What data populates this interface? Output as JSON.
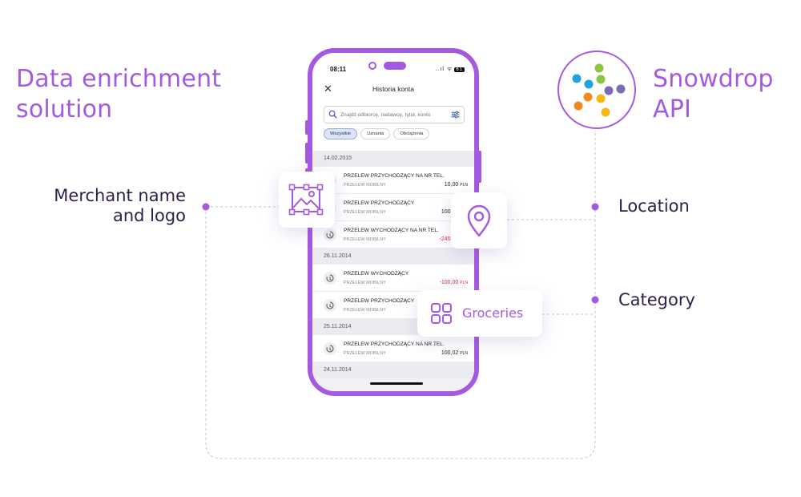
{
  "headlines": {
    "left": [
      "Data enrichment",
      "solution"
    ],
    "right": [
      "Snowdrop",
      "API"
    ]
  },
  "labels": {
    "merchant": [
      "Merchant name",
      "and logo"
    ],
    "location": "Location",
    "category": "Category"
  },
  "phone": {
    "status_time": "08:11",
    "status_icons": "..ıl ᯤ",
    "battery": "61",
    "title": "Historia konta",
    "search_placeholder": "Znajdź odbiorcę, nadawcę, tytuł, konto",
    "filters": [
      "Wszystkie",
      "Uznania",
      "Obciążenia"
    ],
    "transactions": [
      {
        "date": "14.02.2015"
      },
      {
        "title": "PRZELEW PRZYCHODZĄCY NA NR TEL.",
        "sub": "PRZELEW MOBILNY",
        "amount": "10,00",
        "currency": "PLN"
      },
      {
        "title": "PRZELEW PRZYCHODZĄCY",
        "sub": "PRZELEW MOBILNY",
        "amount": "100,00",
        "currency": "PLN"
      },
      {
        "title": "PRZELEW WYCHODZĄCY NA NR TEL.",
        "sub": "PRZELEW MOBILNY",
        "amount": "-245,00",
        "currency": "PLN"
      },
      {
        "date": "26.11.2014"
      },
      {
        "title": "PRZELEW WYCHODZĄCY",
        "sub": "PRZELEW MOBILNY",
        "amount": "-100,00",
        "currency": "PLN"
      },
      {
        "title": "PRZELEW PRZYCHODZĄCY",
        "sub": "PRZELEW MOBILNY",
        "amount": "",
        "currency": ""
      },
      {
        "date": "25.11.2014"
      },
      {
        "title": "PRZELEW PRZYCHODZĄCY NA NR TEL.",
        "sub": "PRZELEW MOBILNY",
        "amount": "100,02",
        "currency": "PLN"
      },
      {
        "date": "24.11.2014"
      }
    ]
  },
  "cards": {
    "merchant_icon": "image-icon",
    "location_icon": "map-pin-icon",
    "category_icon": "grid-icon",
    "category_text": "Groceries"
  },
  "colors": {
    "accent": "#a45ae0",
    "text_dark": "#2e1f4a",
    "negative": "#d42a3e",
    "logo_dots": [
      "#1ea4e0",
      "#8cc63f",
      "#f08a1c",
      "#f5b917",
      "#7c6bb1"
    ]
  }
}
